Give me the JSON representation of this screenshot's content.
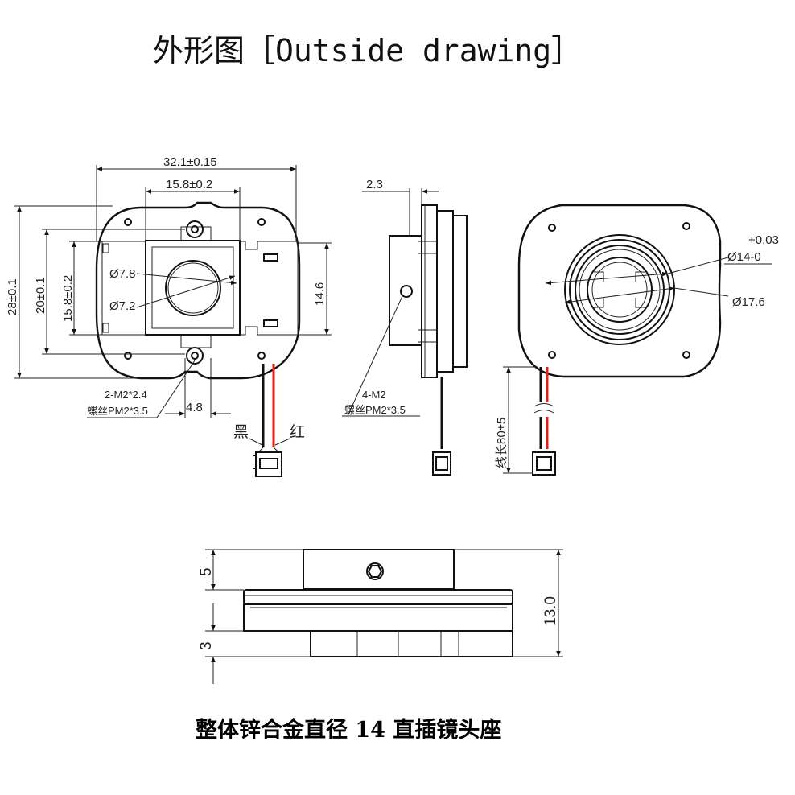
{
  "title": "外形图［Outside drawing］",
  "caption": "整体锌合金直径 14 直插镜头座",
  "front_view": {
    "width_overall": "32.1±0.15",
    "width_inner": "15.8±0.2",
    "height_overall": "28±0.1",
    "height_hole_spacing": "20±0.1",
    "height_inner": "15.8±0.2",
    "height_right": "14.6",
    "dia_outer": "Ø7.8",
    "dia_inner": "Ø7.2",
    "hole_offset": "4.8",
    "screw_spec": "2-M2*2.4",
    "screw_type": "螺丝PM2*3.5",
    "wire_black": "黑",
    "wire_red": "红"
  },
  "side_view": {
    "thickness": "2.3",
    "screw_spec": "4-M2",
    "screw_type": "螺丝PM2*3.5"
  },
  "back_view": {
    "dia_bore": "Ø14-0",
    "dia_bore_tol": "+0.03",
    "dia_outer": "Ø17.6",
    "wire_length": "线长80±5"
  },
  "bottom_view": {
    "dim_top": "5",
    "dim_bottom": "3",
    "dim_total": "13.0"
  },
  "colors": {
    "line": "#111111",
    "wire_red": "#e0201a",
    "wire_black": "#111111"
  }
}
